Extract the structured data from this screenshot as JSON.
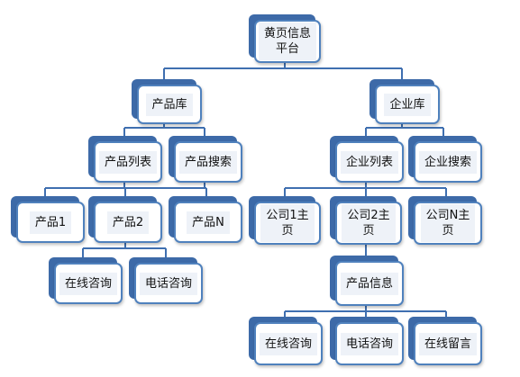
{
  "colors": {
    "box_back": "#3d6aa8",
    "box_border": "#4f81bd",
    "label_bg": "#eef2f8",
    "connector": "#3f6fb0"
  },
  "nodes": {
    "root": "黄页信息\n平台",
    "product_lib": "产品库",
    "company_lib": "企业库",
    "product_list": "产品列表",
    "product_search": "产品搜索",
    "company_list": "企业列表",
    "company_search": "企业搜索",
    "product_1": "产品1",
    "product_2": "产品2",
    "product_n": "产品N",
    "company_1": "公司1主\n页",
    "company_2": "公司2主\n页",
    "company_n": "公司N主\n页",
    "online_consult_1": "在线咨询",
    "phone_consult_1": "电话咨询",
    "product_info": "产品信息",
    "online_consult_2": "在线咨询",
    "phone_consult_2": "电话咨询",
    "online_message": "在线留言"
  }
}
